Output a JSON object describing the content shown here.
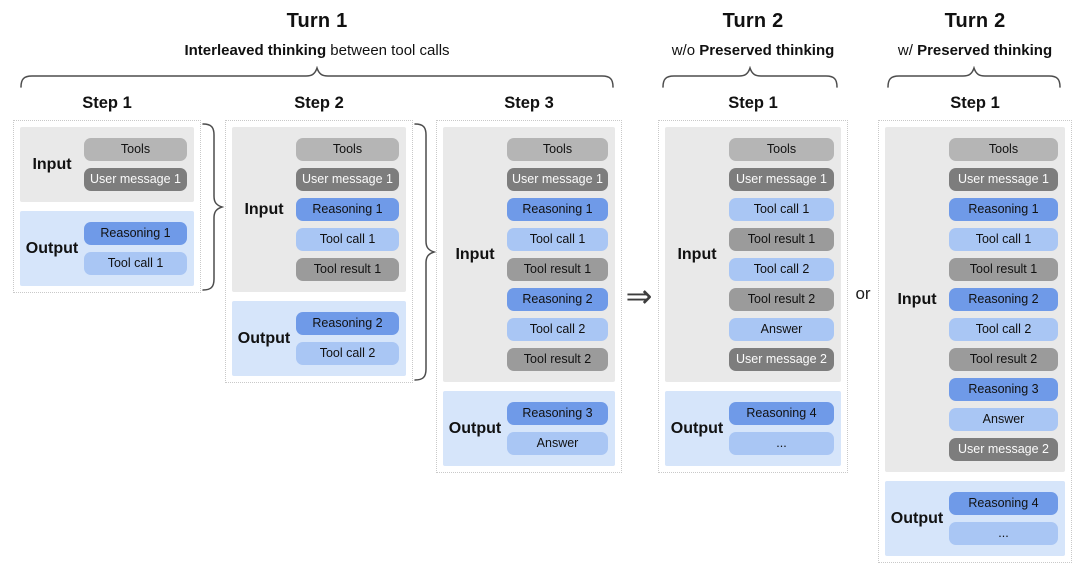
{
  "diagram": {
    "turn1": {
      "title": "Turn 1",
      "subtitle_bold": "Interleaved thinking",
      "subtitle_rest": " between tool calls"
    },
    "turn2_without": {
      "title": "Turn 2",
      "subtitle_prefix": "w/o ",
      "subtitle_bold": "Preserved thinking"
    },
    "turn2_with": {
      "title": "Turn 2",
      "subtitle_prefix": "w/ ",
      "subtitle_bold": "Preserved thinking"
    },
    "connector_arrow": "⇒",
    "connector_or": "or",
    "steps": [
      {
        "label": "Step 1",
        "input_label": "Input",
        "output_label": "Output",
        "input_pills": [
          {
            "text": "Tools",
            "type": "tools"
          },
          {
            "text": "User message 1",
            "type": "user"
          }
        ],
        "output_pills": [
          {
            "text": "Reasoning 1",
            "type": "reasoning"
          },
          {
            "text": "Tool call 1",
            "type": "toolcall"
          }
        ]
      },
      {
        "label": "Step 2",
        "input_label": "Input",
        "output_label": "Output",
        "input_pills": [
          {
            "text": "Tools",
            "type": "tools"
          },
          {
            "text": "User message 1",
            "type": "user"
          },
          {
            "text": "Reasoning 1",
            "type": "reasoning"
          },
          {
            "text": "Tool call 1",
            "type": "toolcall"
          },
          {
            "text": "Tool result 1",
            "type": "result"
          }
        ],
        "output_pills": [
          {
            "text": "Reasoning 2",
            "type": "reasoning"
          },
          {
            "text": "Tool call 2",
            "type": "toolcall"
          }
        ]
      },
      {
        "label": "Step 3",
        "input_label": "Input",
        "output_label": "Output",
        "input_pills": [
          {
            "text": "Tools",
            "type": "tools"
          },
          {
            "text": "User message 1",
            "type": "user"
          },
          {
            "text": "Reasoning 1",
            "type": "reasoning"
          },
          {
            "text": "Tool call 1",
            "type": "toolcall"
          },
          {
            "text": "Tool result 1",
            "type": "result"
          },
          {
            "text": "Reasoning 2",
            "type": "reasoning"
          },
          {
            "text": "Tool call 2",
            "type": "toolcall"
          },
          {
            "text": "Tool result 2",
            "type": "result"
          }
        ],
        "output_pills": [
          {
            "text": "Reasoning 3",
            "type": "reasoning"
          },
          {
            "text": "Answer",
            "type": "toolcall"
          }
        ]
      },
      {
        "label": "Step 1",
        "input_label": "Input",
        "output_label": "Output",
        "input_pills": [
          {
            "text": "Tools",
            "type": "tools"
          },
          {
            "text": "User message 1",
            "type": "user"
          },
          {
            "text": "Tool call 1",
            "type": "toolcall"
          },
          {
            "text": "Tool result 1",
            "type": "result"
          },
          {
            "text": "Tool call 2",
            "type": "toolcall"
          },
          {
            "text": "Tool result 2",
            "type": "result"
          },
          {
            "text": "Answer",
            "type": "toolcall"
          },
          {
            "text": "User message 2",
            "type": "user"
          }
        ],
        "output_pills": [
          {
            "text": "Reasoning 4",
            "type": "reasoning"
          },
          {
            "text": "...",
            "type": "toolcall"
          }
        ]
      },
      {
        "label": "Step 1",
        "input_label": "Input",
        "output_label": "Output",
        "input_pills": [
          {
            "text": "Tools",
            "type": "tools"
          },
          {
            "text": "User message 1",
            "type": "user"
          },
          {
            "text": "Reasoning 1",
            "type": "reasoning"
          },
          {
            "text": "Tool call 1",
            "type": "toolcall"
          },
          {
            "text": "Tool result 1",
            "type": "result"
          },
          {
            "text": "Reasoning 2",
            "type": "reasoning"
          },
          {
            "text": "Tool call 2",
            "type": "toolcall"
          },
          {
            "text": "Tool result 2",
            "type": "result"
          },
          {
            "text": "Reasoning 3",
            "type": "reasoning"
          },
          {
            "text": "Answer",
            "type": "toolcall"
          },
          {
            "text": "User message 2",
            "type": "user"
          }
        ],
        "output_pills": [
          {
            "text": "Reasoning 4",
            "type": "reasoning"
          },
          {
            "text": "...",
            "type": "toolcall"
          }
        ]
      }
    ],
    "colors": {
      "reasoning_pill": "#6f9ae8",
      "tool_call_pill": "#a9c6f4",
      "tools_pill": "#b5b5b5",
      "user_message_pill": "#7d7d7d",
      "tool_result_pill": "#9b9b9b",
      "input_box_bg": "#e9e9e9",
      "output_box_bg": "#d6e5fa"
    }
  }
}
